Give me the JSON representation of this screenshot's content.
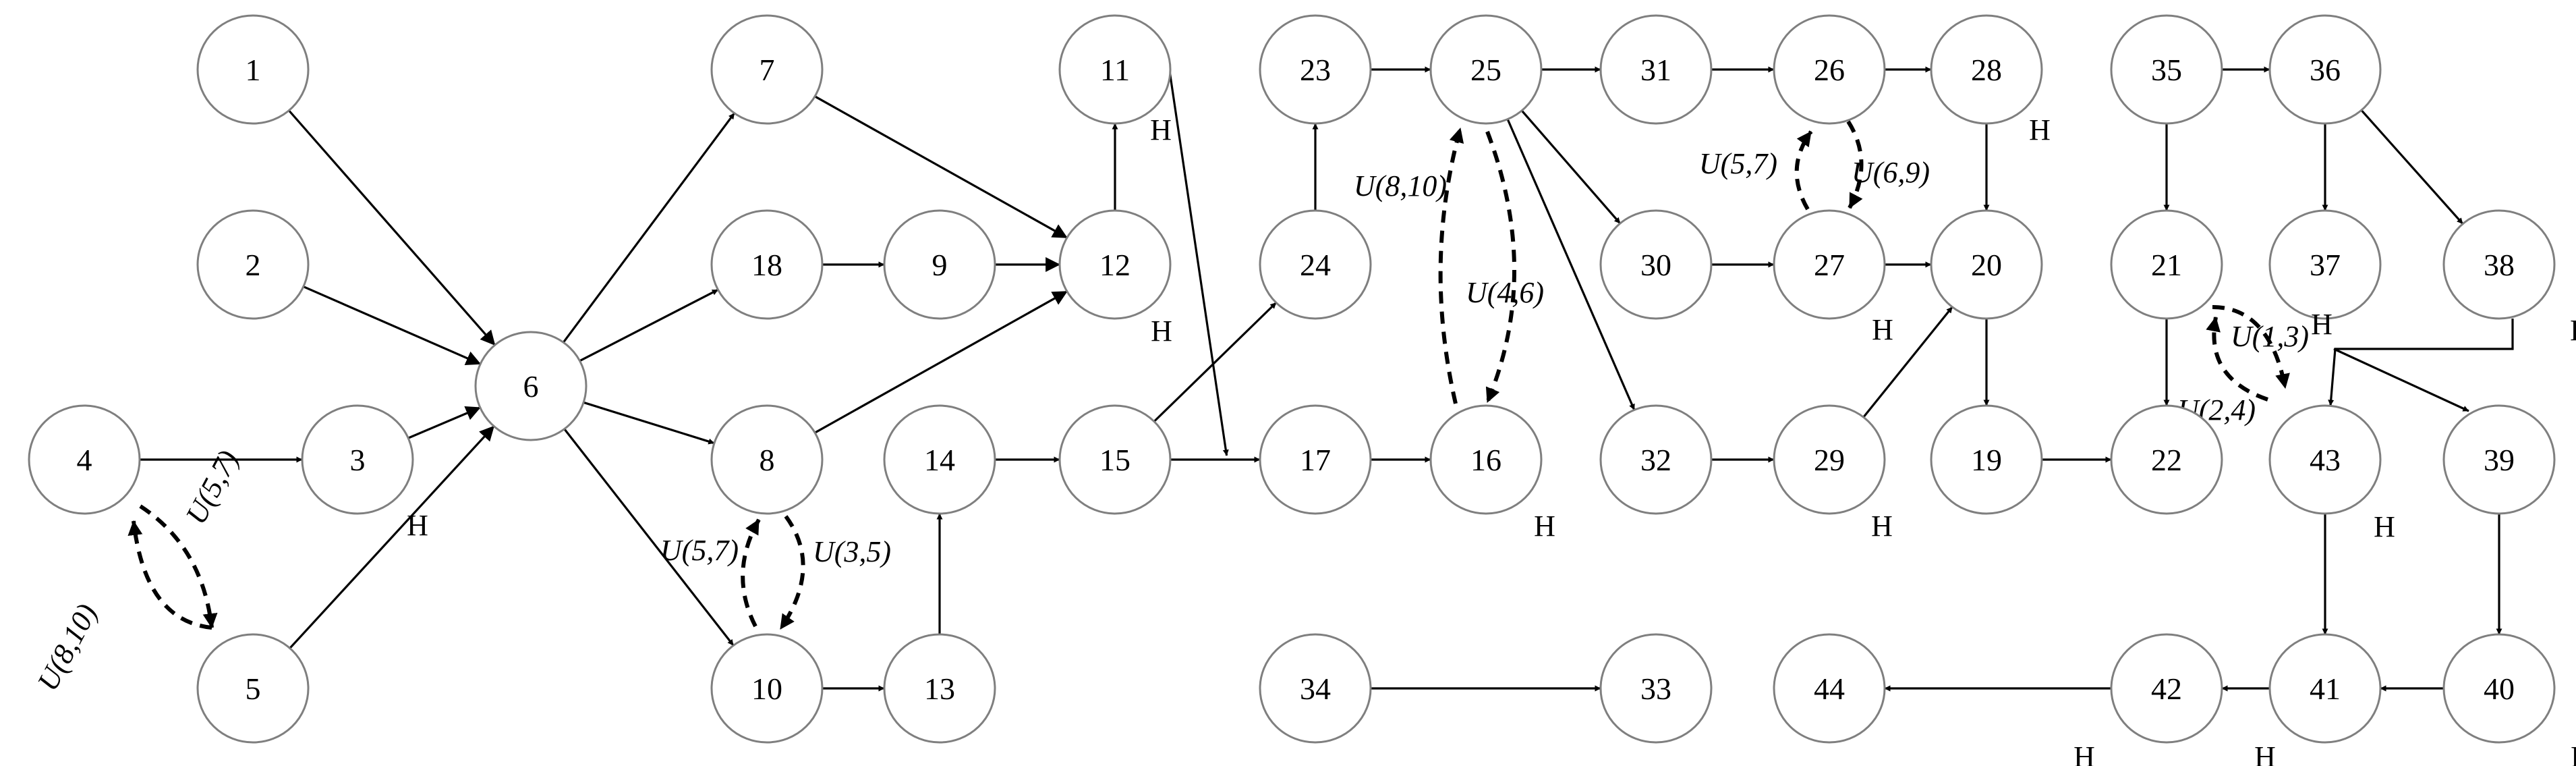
{
  "nodes": [
    {
      "id": "1",
      "label": "1",
      "h": false
    },
    {
      "id": "2",
      "label": "2",
      "h": false
    },
    {
      "id": "3",
      "label": "3",
      "h": true
    },
    {
      "id": "4",
      "label": "4",
      "h": false
    },
    {
      "id": "5",
      "label": "5",
      "h": false
    },
    {
      "id": "6",
      "label": "6",
      "h": false
    },
    {
      "id": "7",
      "label": "7",
      "h": false
    },
    {
      "id": "18",
      "label": "18",
      "h": false
    },
    {
      "id": "8",
      "label": "8",
      "h": false
    },
    {
      "id": "10",
      "label": "10",
      "h": false
    },
    {
      "id": "9",
      "label": "9",
      "h": false
    },
    {
      "id": "13",
      "label": "13",
      "h": false
    },
    {
      "id": "14",
      "label": "14",
      "h": false
    },
    {
      "id": "11",
      "label": "11",
      "h": true
    },
    {
      "id": "12",
      "label": "12",
      "h": true
    },
    {
      "id": "15",
      "label": "15",
      "h": false
    },
    {
      "id": "23",
      "label": "23",
      "h": false
    },
    {
      "id": "24",
      "label": "24",
      "h": false
    },
    {
      "id": "17",
      "label": "17",
      "h": false
    },
    {
      "id": "34",
      "label": "34",
      "h": false
    },
    {
      "id": "25",
      "label": "25",
      "h": false
    },
    {
      "id": "16",
      "label": "16",
      "h": true
    },
    {
      "id": "31",
      "label": "31",
      "h": false
    },
    {
      "id": "30",
      "label": "30",
      "h": false
    },
    {
      "id": "32",
      "label": "32",
      "h": false
    },
    {
      "id": "33",
      "label": "33",
      "h": false
    },
    {
      "id": "26",
      "label": "26",
      "h": false
    },
    {
      "id": "27",
      "label": "27",
      "h": true
    },
    {
      "id": "29",
      "label": "29",
      "h": true
    },
    {
      "id": "44",
      "label": "44",
      "h": false
    },
    {
      "id": "28",
      "label": "28",
      "h": true
    },
    {
      "id": "20",
      "label": "20",
      "h": false
    },
    {
      "id": "19",
      "label": "19",
      "h": false
    },
    {
      "id": "35",
      "label": "35",
      "h": false
    },
    {
      "id": "21",
      "label": "21",
      "h": false
    },
    {
      "id": "22",
      "label": "22",
      "h": false
    },
    {
      "id": "42",
      "label": "42",
      "h": true
    },
    {
      "id": "36",
      "label": "36",
      "h": false
    },
    {
      "id": "37",
      "label": "37",
      "h": true
    },
    {
      "id": "43",
      "label": "43",
      "h": true
    },
    {
      "id": "41",
      "label": "41",
      "h": true
    },
    {
      "id": "38",
      "label": "38",
      "h": true
    },
    {
      "id": "39",
      "label": "39",
      "h": false
    },
    {
      "id": "40",
      "label": "40",
      "h": true
    }
  ],
  "h_text": "H",
  "edges": [
    [
      "1",
      "6"
    ],
    [
      "2",
      "6"
    ],
    [
      "3",
      "6"
    ],
    [
      "4",
      "3"
    ],
    [
      "5",
      "6"
    ],
    [
      "6",
      "7"
    ],
    [
      "6",
      "18"
    ],
    [
      "6",
      "8"
    ],
    [
      "6",
      "10"
    ],
    [
      "18",
      "9"
    ],
    [
      "7",
      "12"
    ],
    [
      "9",
      "12"
    ],
    [
      "8",
      "12"
    ],
    [
      "10",
      "13"
    ],
    [
      "13",
      "14"
    ],
    [
      "14",
      "15"
    ],
    [
      "12",
      "11"
    ],
    [
      "11",
      "34"
    ],
    [
      "15",
      "24"
    ],
    [
      "15",
      "17"
    ],
    [
      "24",
      "23"
    ],
    [
      "23",
      "25"
    ],
    [
      "17",
      "16"
    ],
    [
      "34",
      "33"
    ],
    [
      "25",
      "31"
    ],
    [
      "25",
      "30"
    ],
    [
      "25",
      "32"
    ],
    [
      "31",
      "26"
    ],
    [
      "30",
      "27"
    ],
    [
      "32",
      "29"
    ],
    [
      "26",
      "28"
    ],
    [
      "27",
      "20"
    ],
    [
      "29",
      "20"
    ],
    [
      "28",
      "20"
    ],
    [
      "20",
      "19"
    ],
    [
      "19",
      "22"
    ],
    [
      "21",
      "22"
    ],
    [
      "35",
      "36"
    ],
    [
      "35",
      "21"
    ],
    [
      "36",
      "37"
    ],
    [
      "36",
      "38"
    ],
    [
      "38",
      "43"
    ],
    [
      "38",
      "39"
    ],
    [
      "43",
      "41"
    ],
    [
      "39",
      "40"
    ],
    [
      "40",
      "41"
    ],
    [
      "41",
      "42"
    ],
    [
      "42",
      "44"
    ]
  ],
  "cycles": [
    {
      "from": "4",
      "to": "5",
      "label": "U(5,7)"
    },
    {
      "from": "5",
      "to": "4",
      "label": "U(8,10)"
    },
    {
      "from": "8",
      "to": "10",
      "label": "U(3,5)"
    },
    {
      "from": "10",
      "to": "8",
      "label": "U(5,7)"
    },
    {
      "from": "16",
      "to": "25",
      "label": "U(8,10)"
    },
    {
      "from": "25",
      "to": "16",
      "label": "U(4,6)"
    },
    {
      "from": "27",
      "to": "26",
      "label": "U(5,7)"
    },
    {
      "from": "26",
      "to": "27",
      "label": "U(6,9)"
    },
    {
      "from": "21",
      "to": "43",
      "label": "U(1,3)"
    },
    {
      "from": "43",
      "to": "21",
      "label": "U(2,4)"
    }
  ]
}
